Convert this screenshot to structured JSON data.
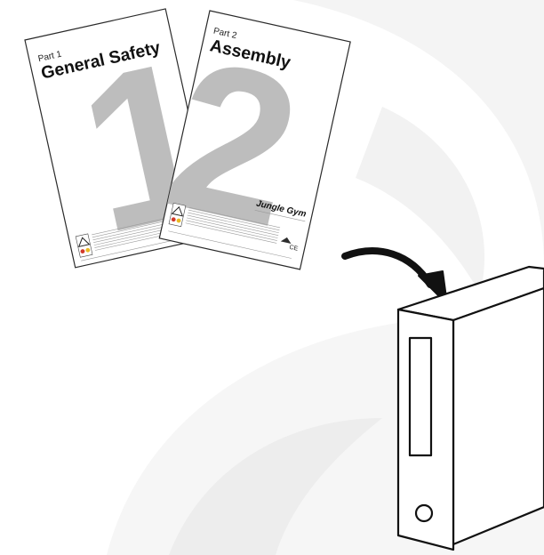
{
  "booklets": [
    {
      "part_label": "Part 1",
      "title": "General Safety",
      "numeral": "1"
    },
    {
      "part_label": "Part 2",
      "title": "Assembly",
      "numeral": "2",
      "brand": "Jungle Gym",
      "ce_mark": "CE"
    }
  ],
  "colors": {
    "numeral_gray": "#bdbdbd",
    "watermark_gray": "#f3f3f3",
    "outline": "#111111"
  },
  "icons": [
    "warning-triangle-icon",
    "arrow-icon",
    "binder-icon"
  ]
}
